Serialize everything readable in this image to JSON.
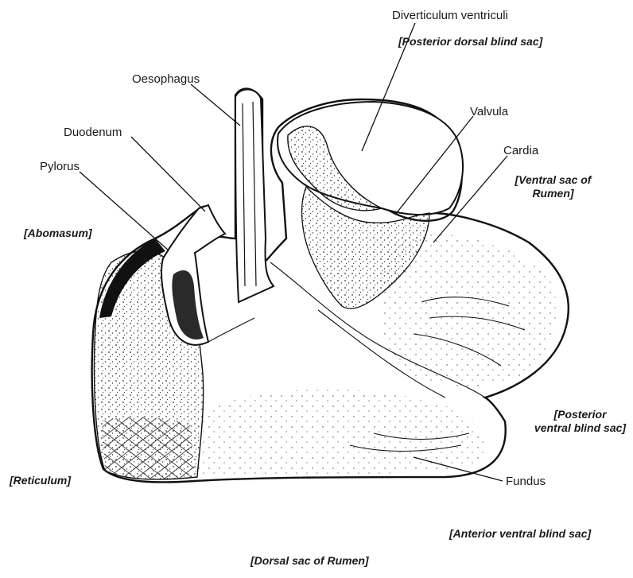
{
  "labels": {
    "diverticulum": "Diverticulum ventriculi",
    "posterior_dorsal": "[Posterior dorsal blind sac]",
    "oesophagus": "Oesophagus",
    "valvula": "Valvula",
    "duodenum": "Duodenum",
    "cardia": "Cardia",
    "pylorus": "Pylorus",
    "ventral_sac_1": "[Ventral sac of",
    "ventral_sac_2": "Rumen]",
    "abomasum": "[Abomasum]",
    "posterior_ventral_1": "[Posterior",
    "posterior_ventral_2": "ventral blind sac]",
    "reticulum": "[Reticulum]",
    "fundus": "Fundus",
    "anterior_ventral": "[Anterior ventral blind sac]",
    "dorsal_sac": "[Dorsal sac of Rumen]"
  },
  "colors": {
    "ink": "#1a1a1a",
    "paper": "#ffffff"
  }
}
